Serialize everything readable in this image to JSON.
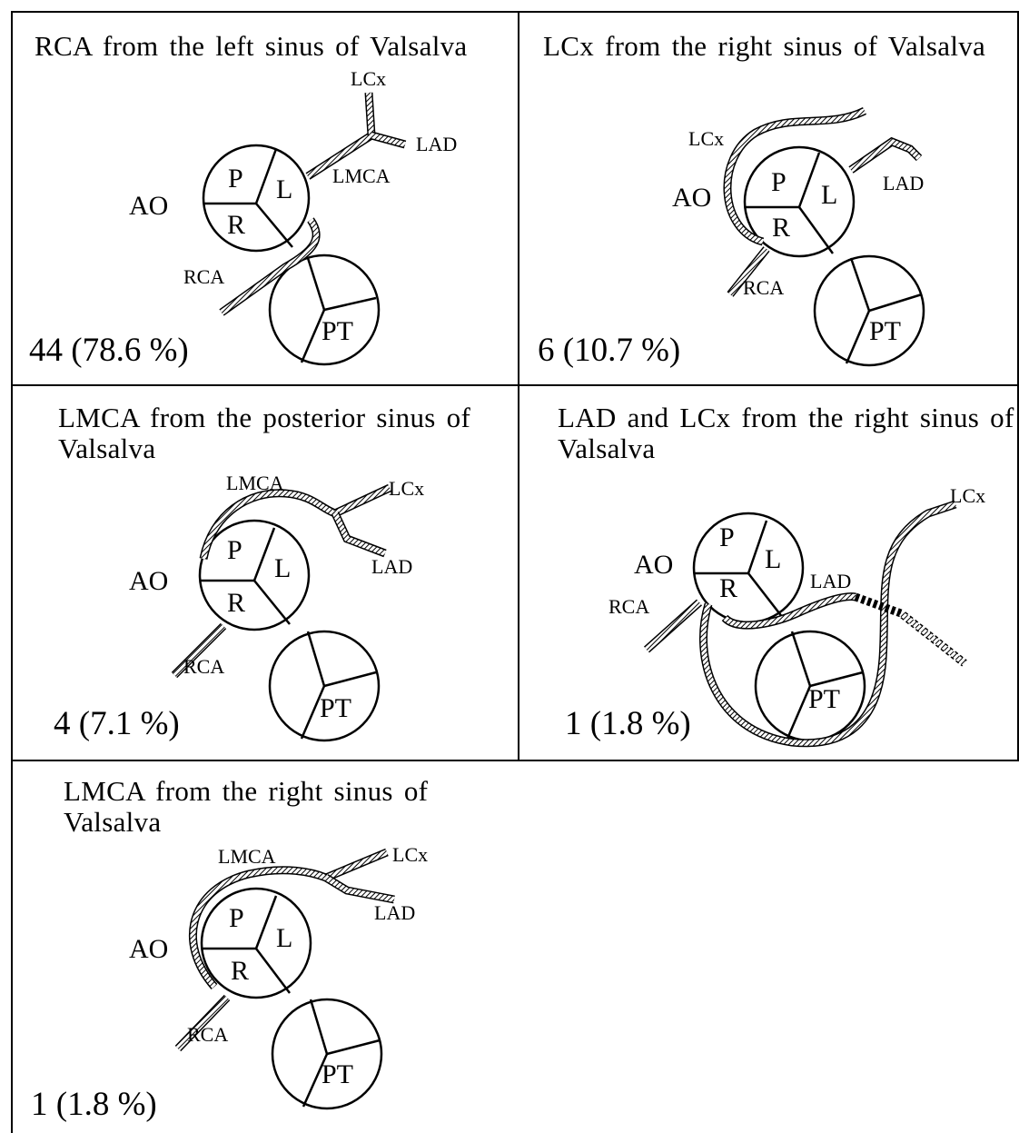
{
  "panels": [
    {
      "title": "RCA from the left sinus of Valsalva",
      "stat": "44 (78.6 %)"
    },
    {
      "title": "LCx from the right sinus of Valsalva",
      "stat": "6 (10.7 %)"
    },
    {
      "title": "LMCA from the posterior  sinus of Valsalva",
      "stat": "4 (7.1 %)"
    },
    {
      "title": "LAD and LCx  from the right sinus of Valsalva",
      "stat": "1 (1.8 %)"
    },
    {
      "title": "LMCA  from the right sinus of Valsalva",
      "stat": "1 (1.8 %)"
    }
  ],
  "labels": {
    "ao": "AO",
    "pt": "PT",
    "p": "P",
    "l": "L",
    "r": "R",
    "rca": "RCA",
    "lcx": "LCx",
    "lad": "LAD",
    "lmca": "LMCA"
  }
}
